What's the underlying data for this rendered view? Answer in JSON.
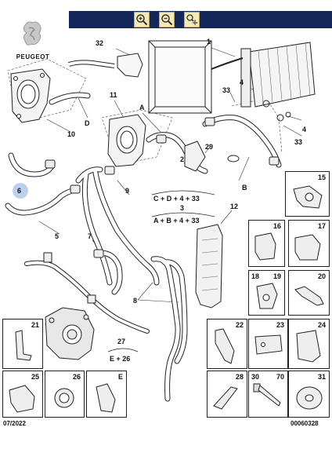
{
  "toolbar": {
    "zoom_in_icon": "zoom-in-icon",
    "zoom_out_icon": "zoom-out-icon",
    "pan_icon": "pan-icon"
  },
  "brand": {
    "name": "PEUGEOT"
  },
  "labels": {
    "l1": "1",
    "l2": "2",
    "l3": "3",
    "l4a": "4",
    "l4b": "4",
    "l5": "5",
    "l6": "6",
    "l7": "7",
    "l8": "8",
    "l9": "9",
    "l10": "10",
    "l11": "11",
    "l12": "12",
    "l29": "29",
    "l32": "32",
    "l33a": "33",
    "l33b": "33",
    "lA": "A",
    "lB": "B",
    "lD": "D"
  },
  "formulas": {
    "f2": "C + D + 4 + 33",
    "f3": "A + B + 4 + 33",
    "f27_num": "27",
    "f27": "E + 26"
  },
  "boxes": {
    "b15": "15",
    "b16": "16",
    "b17": "17",
    "b18": "18",
    "b19": "19",
    "b20": "20",
    "b21": "21",
    "b22": "22",
    "b23": "23",
    "b24": "24",
    "b25": "25",
    "b26": "26",
    "bE": "E",
    "b28": "28",
    "b30": "30",
    "b31": "31",
    "b70": "70"
  },
  "footer": {
    "date": "07/2022",
    "ref": "00060328"
  },
  "colors": {
    "toolbar": "#14275a",
    "tool_button": "#f4e9b8",
    "highlight": "#3a78c9"
  }
}
